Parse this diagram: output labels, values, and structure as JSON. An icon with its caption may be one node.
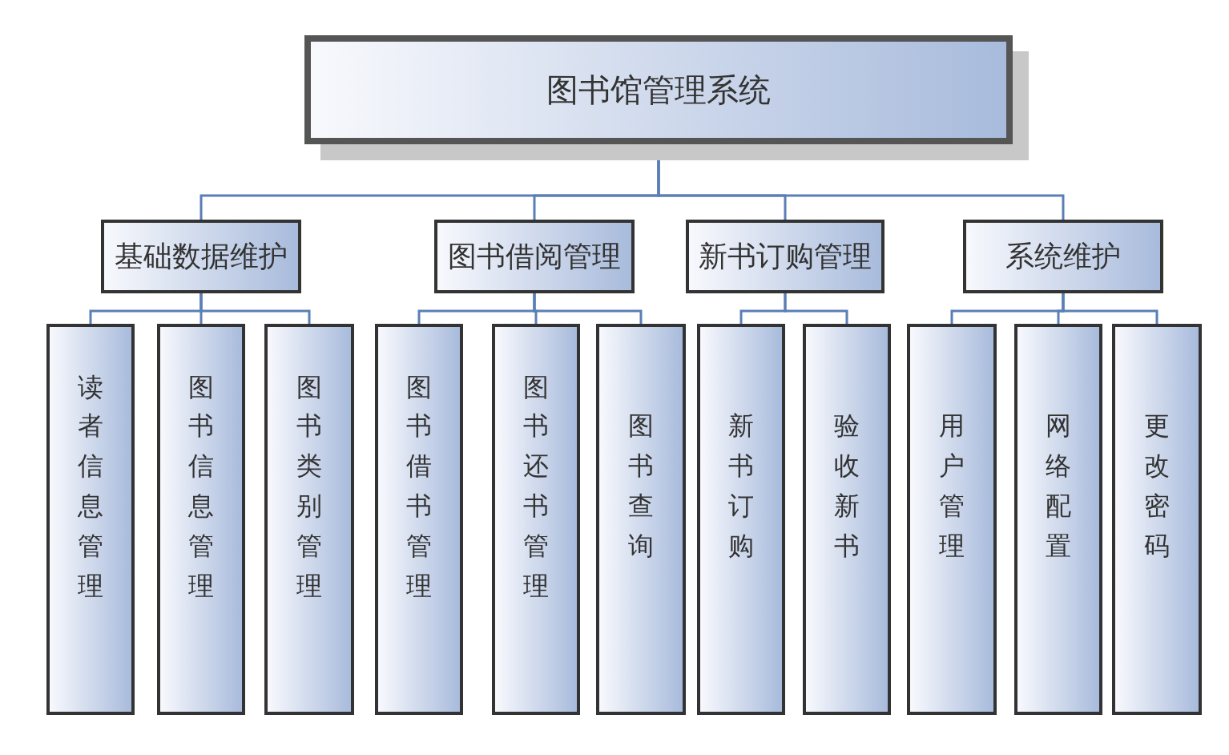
{
  "diagram": {
    "nodes": [
      {
        "text": [
          "图书馆管理系统"
        ]
      },
      {
        "text": [
          "基础数据维护"
        ]
      },
      {
        "text": [
          "图书借阅管理"
        ]
      },
      {
        "text": [
          "新书订购管理"
        ]
      },
      {
        "text": [
          "系统维护"
        ]
      },
      {
        "text": [
          "读者信息管理"
        ]
      },
      {
        "text": [
          "图书信息管理"
        ]
      },
      {
        "text": [
          "图书类别管理"
        ]
      },
      {
        "text": [
          "图书借书管理"
        ]
      },
      {
        "text": [
          "图书还书管理"
        ]
      },
      {
        "text": [
          "图书查询"
        ]
      },
      {
        "text": [
          "新书订购"
        ]
      },
      {
        "text": [
          "验收新书"
        ]
      },
      {
        "text": [
          "用户管理"
        ]
      },
      {
        "text": [
          "网络配置"
        ]
      },
      {
        "text": [
          "更改密码"
        ]
      }
    ],
    "edges": [
      {
        "from": 0,
        "to": 1,
        "arrow": "none"
      },
      {
        "from": 0,
        "to": 2,
        "arrow": "none"
      },
      {
        "from": 0,
        "to": 3,
        "arrow": "none"
      },
      {
        "from": 0,
        "to": 4,
        "arrow": "none"
      },
      {
        "from": 1,
        "to": 5,
        "arrow": "none"
      },
      {
        "from": 1,
        "to": 6,
        "arrow": "none"
      },
      {
        "from": 1,
        "to": 7,
        "arrow": "none"
      },
      {
        "from": 2,
        "to": 8,
        "arrow": "none"
      },
      {
        "from": 2,
        "to": 9,
        "arrow": "none"
      },
      {
        "from": 2,
        "to": 10,
        "arrow": "none"
      },
      {
        "from": 3,
        "to": 11,
        "arrow": "none"
      },
      {
        "from": 3,
        "to": 12,
        "arrow": "none"
      },
      {
        "from": 4,
        "to": 13,
        "arrow": "none"
      },
      {
        "from": 4,
        "to": 14,
        "arrow": "none"
      },
      {
        "from": 4,
        "to": 15,
        "arrow": "none"
      }
    ]
  }
}
